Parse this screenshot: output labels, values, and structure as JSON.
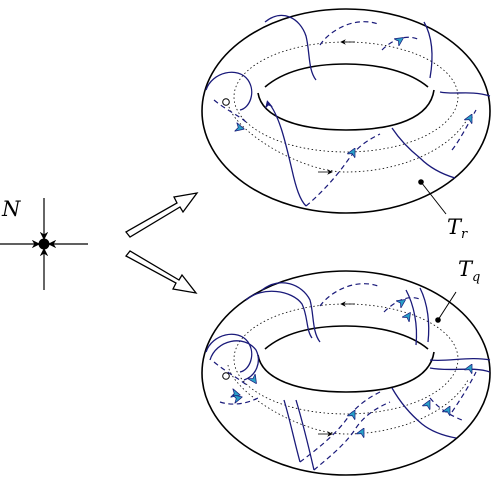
{
  "labels": {
    "node": "N",
    "torus_top_main": "T",
    "torus_top_sub": "r",
    "torus_bottom_main": "T",
    "torus_bottom_sub": "q"
  },
  "colors": {
    "curve": "#1a1a7a",
    "arrow_fill": "#2aa0c8",
    "outline": "#000000"
  }
}
